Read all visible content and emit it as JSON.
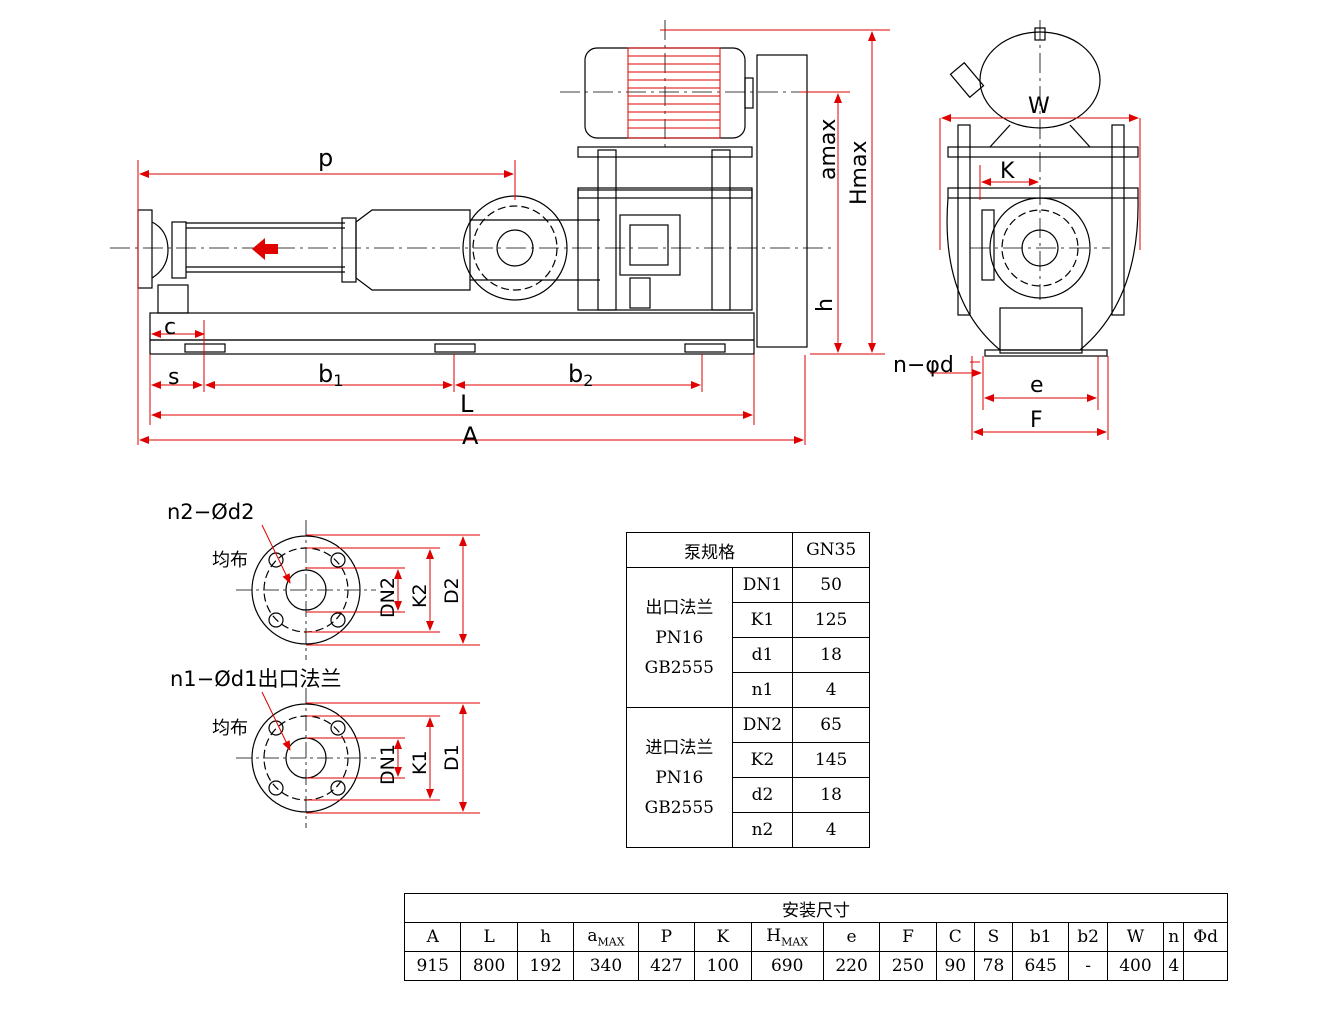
{
  "dimension_labels": {
    "p": "p",
    "c": "c",
    "s": "s",
    "b1": "b",
    "b1_sub": "1",
    "b2": "b",
    "b2_sub": "2",
    "L": "L",
    "A": "A",
    "a_max": "amax",
    "h_max": "Hmax",
    "h": "h",
    "w": "W",
    "k": "K",
    "n_d": "n−φd",
    "e": "e",
    "f": "F"
  },
  "flanges": {
    "top_callout": "n2−Ød2",
    "top_uniform": "均布",
    "top_dims": [
      "DN2",
      "K2",
      "D2"
    ],
    "bottom_callout": "n1−Ød1出口法兰",
    "bottom_uniform": "均布",
    "bottom_dims": [
      "DN1",
      "K1",
      "D1"
    ]
  },
  "spec_table": {
    "header_label": "泵规格",
    "model": "GN35",
    "outlet_group": [
      "出口法兰",
      "PN16",
      "GB2555"
    ],
    "outlet_rows": [
      {
        "key": "DN1",
        "value": "50"
      },
      {
        "key": "K1",
        "value": "125"
      },
      {
        "key": "d1",
        "value": "18"
      },
      {
        "key": "n1",
        "value": "4"
      }
    ],
    "inlet_group": [
      "进口法兰",
      "PN16",
      "GB2555"
    ],
    "inlet_rows": [
      {
        "key": "DN2",
        "value": "65"
      },
      {
        "key": "K2",
        "value": "145"
      },
      {
        "key": "d2",
        "value": "18"
      },
      {
        "key": "n2",
        "value": "4"
      }
    ]
  },
  "install_table": {
    "title": "安装尺寸",
    "headers": [
      "A",
      "L",
      "h",
      "a",
      "P",
      "K",
      "H",
      "e",
      "F",
      "C",
      "S",
      "b1",
      "b2",
      "W",
      "n",
      "Φd"
    ],
    "header_subs": [
      "",
      "",
      "",
      "MAX",
      "",
      "",
      "MAX",
      "",
      "",
      "",
      "",
      "",
      "",
      "",
      "",
      ""
    ],
    "values": [
      "915",
      "800",
      "192",
      "340",
      "427",
      "100",
      "690",
      "220",
      "250",
      "90",
      "78",
      "645",
      "-",
      "400",
      "4",
      ""
    ]
  }
}
